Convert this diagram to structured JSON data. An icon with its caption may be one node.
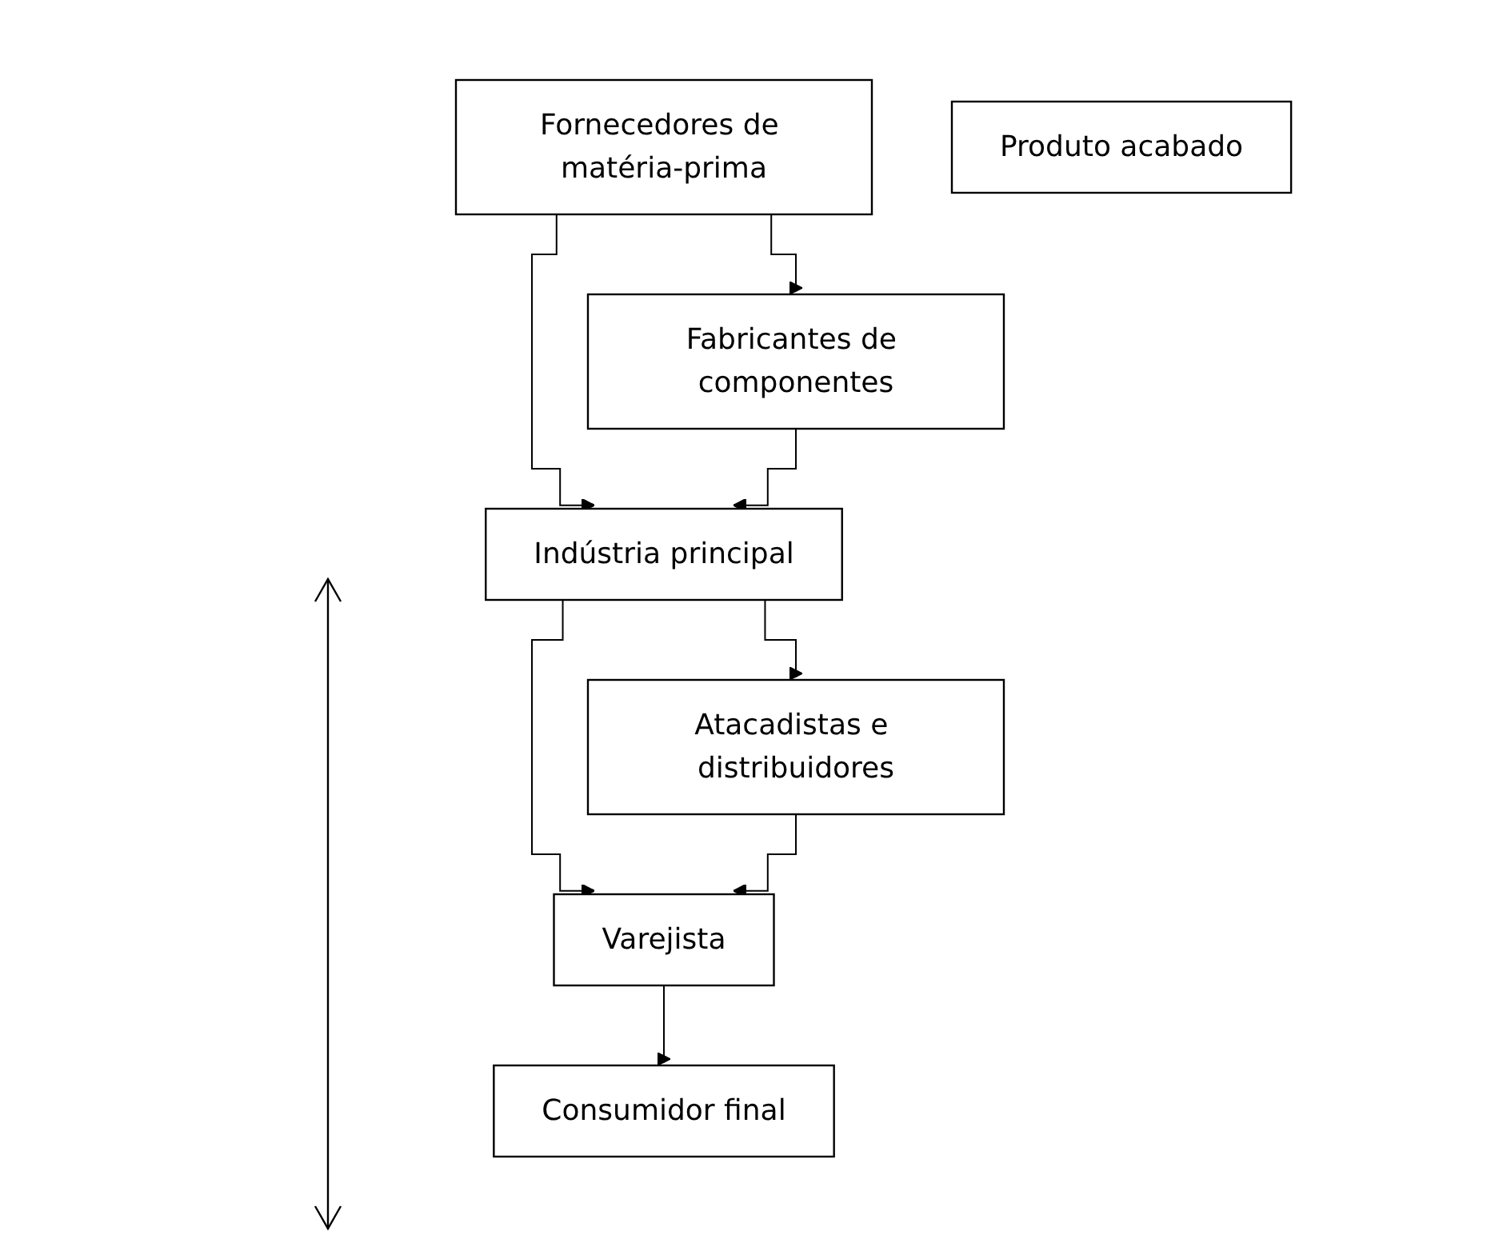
{
  "diagram": {
    "nodes": [
      {
        "text": [
          "Fornecedores de matéria-prima"
        ]
      },
      {
        "text": [
          "Fabricantes de componentes"
        ]
      },
      {
        "text": [
          "Indústria principal"
        ]
      },
      {
        "text": [
          "Atacadistas e distribuidores"
        ]
      },
      {
        "text": [
          "Produto acabado"
        ]
      },
      {
        "text": [
          "Varejista"
        ]
      },
      {
        "text": [
          "Consumidor final"
        ]
      }
    ],
    "edges": [
      {
        "from": 0,
        "to": 1,
        "arrow": "to"
      },
      {
        "from": 0,
        "to": 2,
        "arrow": "to"
      },
      {
        "from": 1,
        "to": 2,
        "arrow": "to"
      },
      {
        "from": 2,
        "to": 3,
        "arrow": "to"
      },
      {
        "from": 2,
        "to": 5,
        "arrow": "to"
      },
      {
        "from": 3,
        "to": 5,
        "arrow": "to"
      },
      {
        "from": 5,
        "to": 6,
        "arrow": "to"
      }
    ]
  }
}
